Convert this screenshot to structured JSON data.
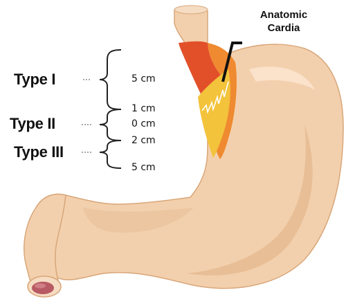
{
  "types": [
    {
      "label": "Type I",
      "measure": "5 cm"
    },
    {
      "label": "Type II",
      "measure_top": "1 cm",
      "measure_mid": "0 cm",
      "measure_bottom": "2 cm"
    },
    {
      "label": "Type III",
      "measure": "5 cm"
    }
  ],
  "callout": {
    "line1": "Anatomic",
    "line2": "Cardia"
  },
  "colors": {
    "stomach": "#f3d0ad",
    "stomach_shadow": "#dfae84",
    "stomach_highlight": "#fbe6d2",
    "esophagus": "#f3d0ad",
    "esophagus_red": "#e2502a",
    "junction_orange": "#ef8a30",
    "junction_yellow": "#f3c33b",
    "pylorus_lumen": "#b85a63",
    "ink": "#111111"
  }
}
